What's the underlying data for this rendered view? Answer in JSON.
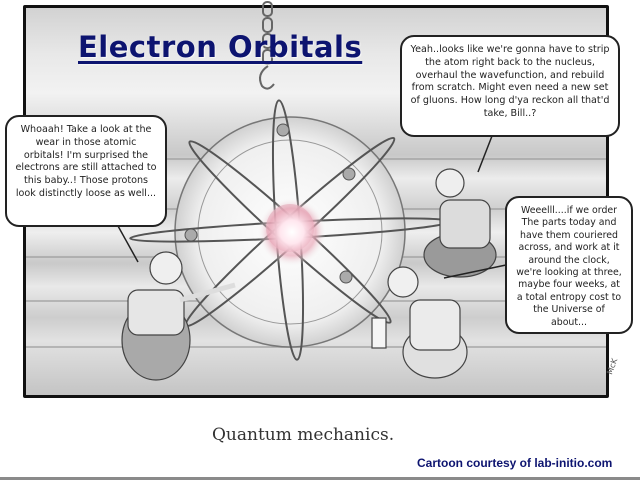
{
  "slide": {
    "title": "Electron Orbitals",
    "title_color": "#0d1470",
    "caption": "Quantum mechanics.",
    "credit": "Cartoon courtesy of lab-initio.com",
    "signature": "McK"
  },
  "cartoon": {
    "bubbles": [
      {
        "speaker": "top-right-worker",
        "text": "Yeah..looks like we're gonna have to strip the atom right back to the nucleus, overhaul the wavefunction, and rebuild from scratch.  Might even need a new set of gluons.  How long d'ya reckon all that'd take, Bill..?"
      },
      {
        "speaker": "left-worker",
        "text": "Whoaah!  Take a look at the wear in those atomic orbitals!  I'm surprised the electrons are still attached to this baby..!  Those protons look distinctly loose as well..."
      },
      {
        "speaker": "bottom-right-worker",
        "text": "Weeelll....if we order The parts today and have them couriered across, and work at it around the clock, we're looking at three, maybe four weeks, at a total entropy cost to the Universe of about..."
      }
    ],
    "objects": [
      "atom-with-orbitals",
      "hanging-chain-hook",
      "nucleus-glow",
      "three-mechanics",
      "wrench"
    ]
  }
}
